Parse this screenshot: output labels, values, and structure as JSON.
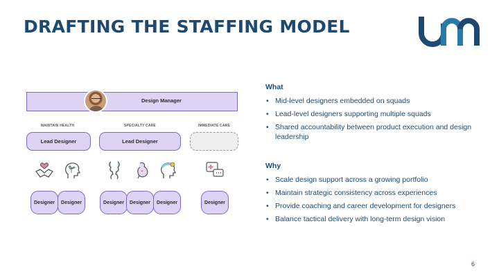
{
  "slide": {
    "title": "DRAFTING THE STAFFING MODEL",
    "page_number": "6"
  },
  "logo": {
    "icon": "um-logo",
    "colors": [
      "#1e4a72",
      "#2a7aa8"
    ]
  },
  "org_chart": {
    "manager_label": "Design Manager",
    "categories": [
      "MAINTAIN HEALTH",
      "SPECIALTY CARE",
      "IMMEDIATE CARE"
    ],
    "lead_label": "Lead Designer",
    "designer_label": "Designer",
    "icons": [
      "handshake-heart-icon",
      "head-plant-icon",
      "joint-bone-icon",
      "pregnancy-icon",
      "head-bandage-icon",
      "medical-chat-icon"
    ],
    "accent": "#dcd3f5",
    "border": "#7e69c2"
  },
  "what": {
    "heading": "What",
    "items": [
      "Mid-level designers embedded on squads",
      "Lead-level designers supporting multiple squads",
      "Shared accountability between product execution and design leadership"
    ]
  },
  "why": {
    "heading": "Why",
    "items": [
      "Scale design support across a growing portfolio",
      "Maintain strategic consistency across experiences",
      "Provide coaching and career development for designers",
      "Balance tactical delivery with long-term design vision"
    ]
  }
}
